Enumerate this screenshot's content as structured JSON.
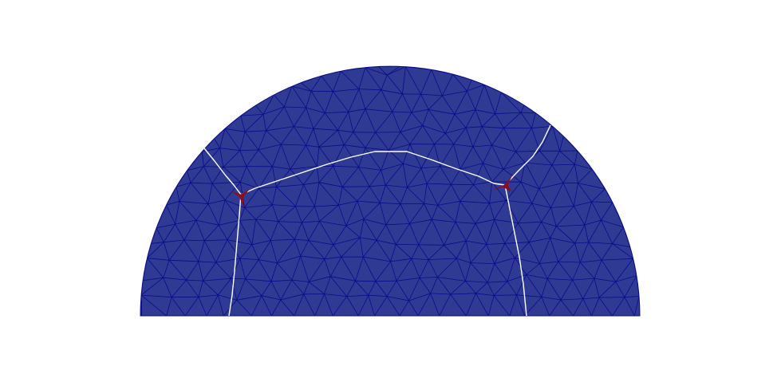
{
  "view": {
    "type": "finite-element-mesh-render",
    "shape": "half-disk",
    "background_color": "#ffffff",
    "mesh_fill_color": "#2f3b93",
    "mesh_edge_color": "#0a0a8c",
    "interface_line_color": "#ffffff",
    "junction_color": "#8b0d1f",
    "junction_count": 2,
    "labels": []
  }
}
